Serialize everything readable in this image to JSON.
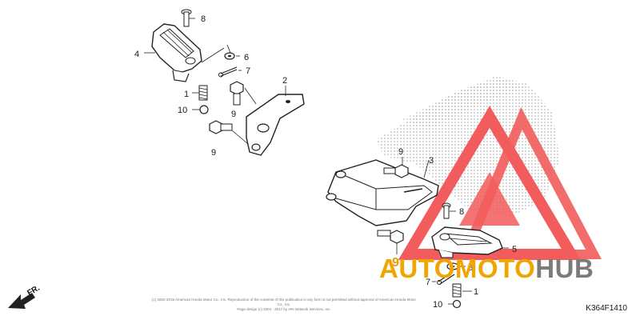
{
  "watermark": {
    "part1": "AUTO",
    "part2": "MOTO",
    "part3": "HUB",
    "colors": {
      "triangle": "#f25c5c",
      "orange": "#f0a500",
      "gray": "#7b7b7b"
    }
  },
  "direction_label": "FR.",
  "diagram_code": "K364F1410",
  "copyright_line1": "(c) 2002-2016 American Honda Motor Co., Inc. Reproduction of the contents of this publication in any form is not permitted without approval of American Honda Motor Co., Inc.",
  "copyright_line2": "Page design (c) 2004 - 2017 by ARI Network Services, Inc.",
  "callouts": [
    {
      "id": "c8-top",
      "text": "8"
    },
    {
      "id": "c4",
      "text": "4"
    },
    {
      "id": "c6-top",
      "text": "6"
    },
    {
      "id": "c7-top",
      "text": "7"
    },
    {
      "id": "c2",
      "text": "2"
    },
    {
      "id": "c1-top",
      "text": "1"
    },
    {
      "id": "c9-a",
      "text": "9"
    },
    {
      "id": "c10-top",
      "text": "10"
    },
    {
      "id": "c9-b",
      "text": "9"
    },
    {
      "id": "c9-c",
      "text": "9"
    },
    {
      "id": "c9-d",
      "text": "9"
    },
    {
      "id": "c3",
      "text": "3"
    },
    {
      "id": "c8-bot",
      "text": "8"
    },
    {
      "id": "c5",
      "text": "5"
    },
    {
      "id": "c9-e",
      "text": "9"
    },
    {
      "id": "c6-bot",
      "text": "6"
    },
    {
      "id": "c7-bot",
      "text": "7"
    },
    {
      "id": "c1-bot",
      "text": "1"
    },
    {
      "id": "c10-bot",
      "text": "10"
    }
  ]
}
